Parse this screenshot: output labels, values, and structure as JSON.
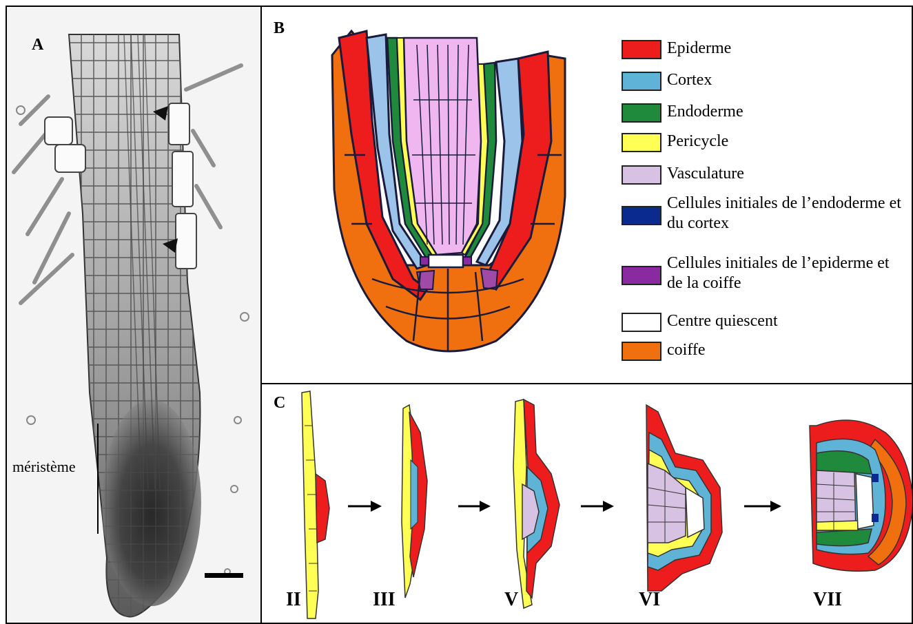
{
  "panels": {
    "a": {
      "letter": "A",
      "meristem_label": "méristème"
    },
    "b": {
      "letter": "B"
    },
    "c": {
      "letter": "C",
      "stages": [
        "II",
        "III",
        "V",
        "VI",
        "VII"
      ]
    }
  },
  "legend": [
    {
      "label": "Epiderme",
      "color": "#ee1d1d"
    },
    {
      "label": "Cortex",
      "color": "#5fb3d6"
    },
    {
      "label": "Endoderme",
      "color": "#1f8a3b"
    },
    {
      "label": "Pericycle",
      "color": "#ffff55"
    },
    {
      "label": "Vasculature",
      "color": "#d7c2e3"
    },
    {
      "label": "Cellules initiales de l’endoderme et du cortex",
      "color": "#0a2a8f"
    },
    {
      "label": "Cellules initiales de l’epiderme et de la coiffe",
      "color": "#8a2aa0"
    },
    {
      "label": "Centre quiescent",
      "color": "#ffffff"
    },
    {
      "label": "coiffe",
      "color": "#f0700f"
    }
  ]
}
